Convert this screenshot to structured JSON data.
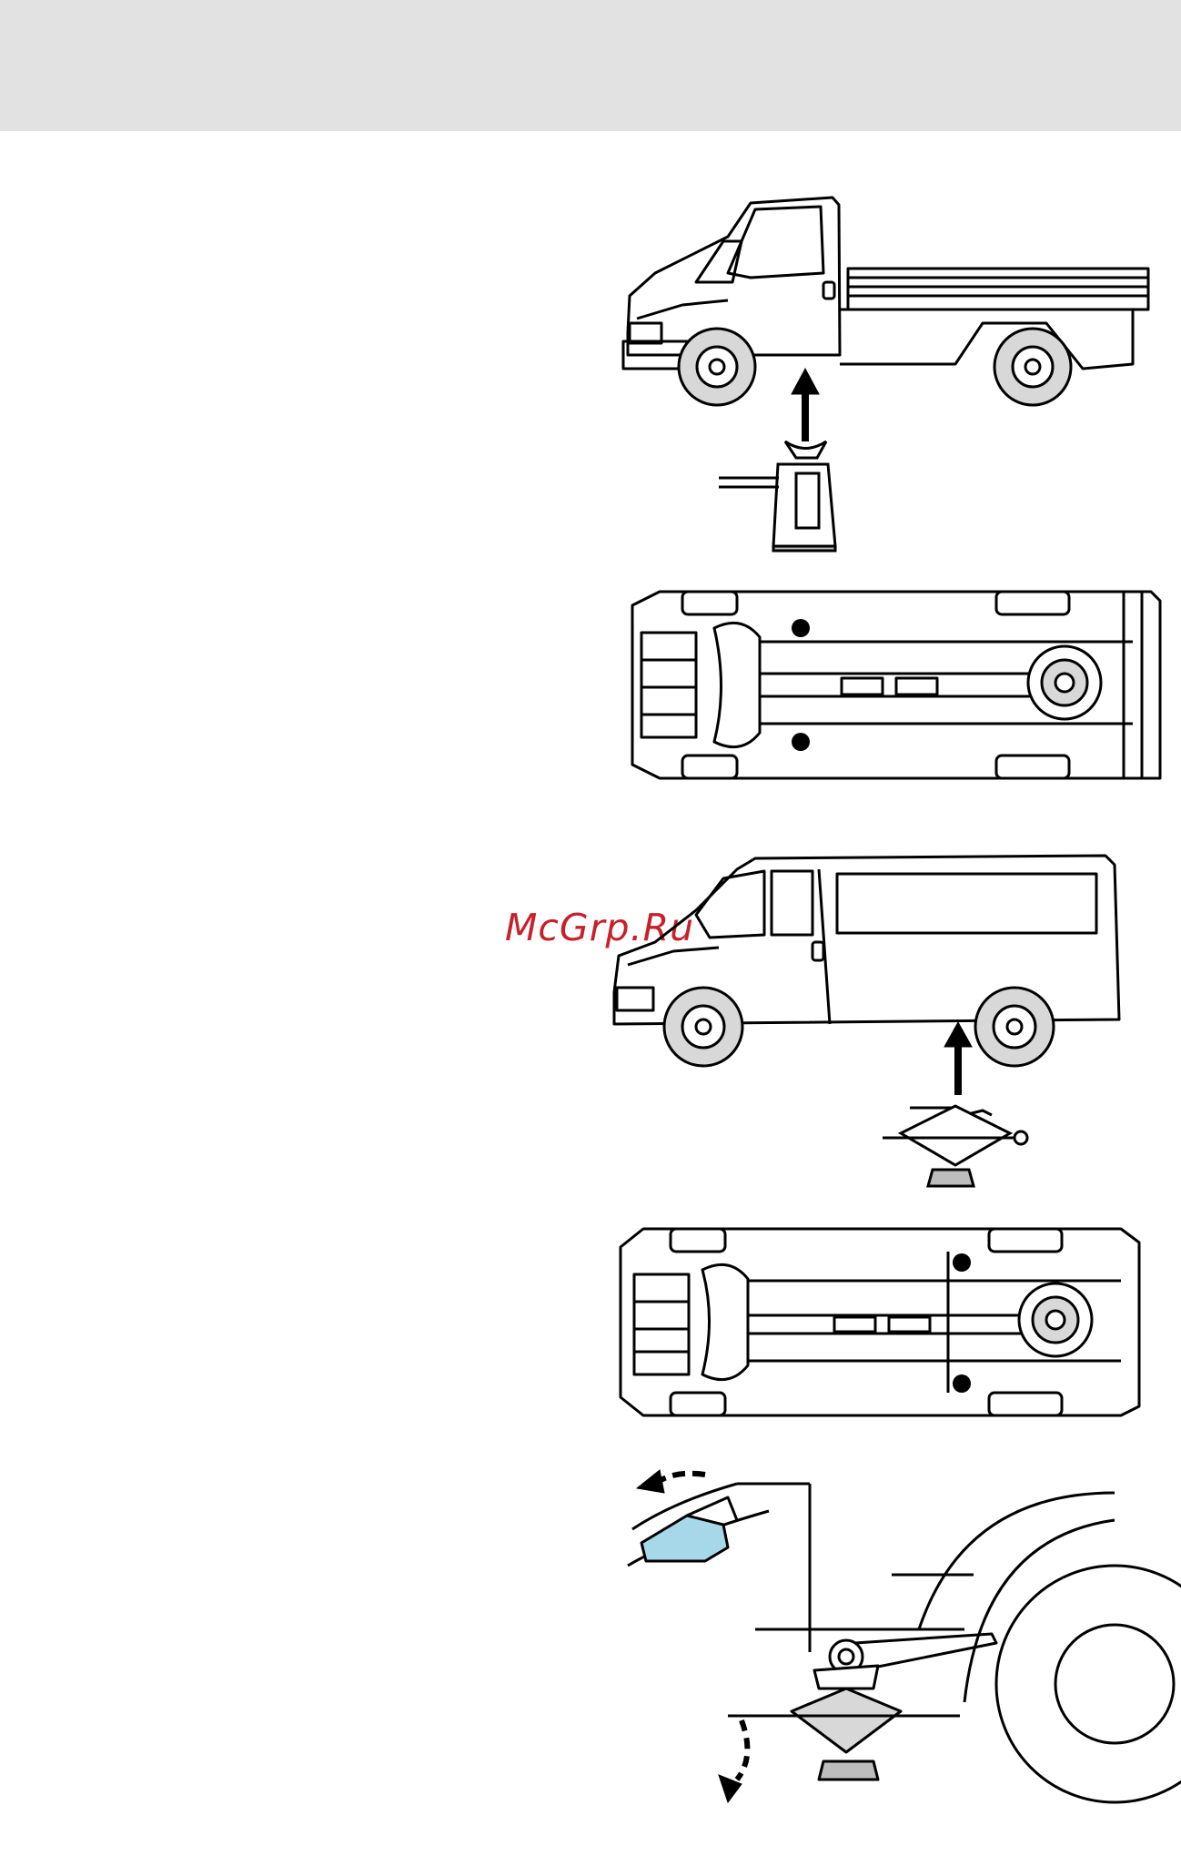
{
  "page": {
    "watermark": "McGrp.Ru"
  },
  "figures": [
    {
      "id": "chassis-cab-side",
      "icon": "truck-side-with-bottle-jack"
    },
    {
      "id": "chassis-cab-underbody",
      "icon": "underbody-jacking-points"
    },
    {
      "id": "van-side",
      "icon": "van-side-with-scissor-jack"
    },
    {
      "id": "van-underbody",
      "icon": "underbody-jacking-points"
    },
    {
      "id": "jack-detail",
      "icon": "scissor-jack-wheel-detail"
    }
  ],
  "colors": {
    "line": "#000000",
    "wheel": "#d8d8d8",
    "highlight": "#a6d8ea",
    "jack": "#bdbdbd"
  }
}
